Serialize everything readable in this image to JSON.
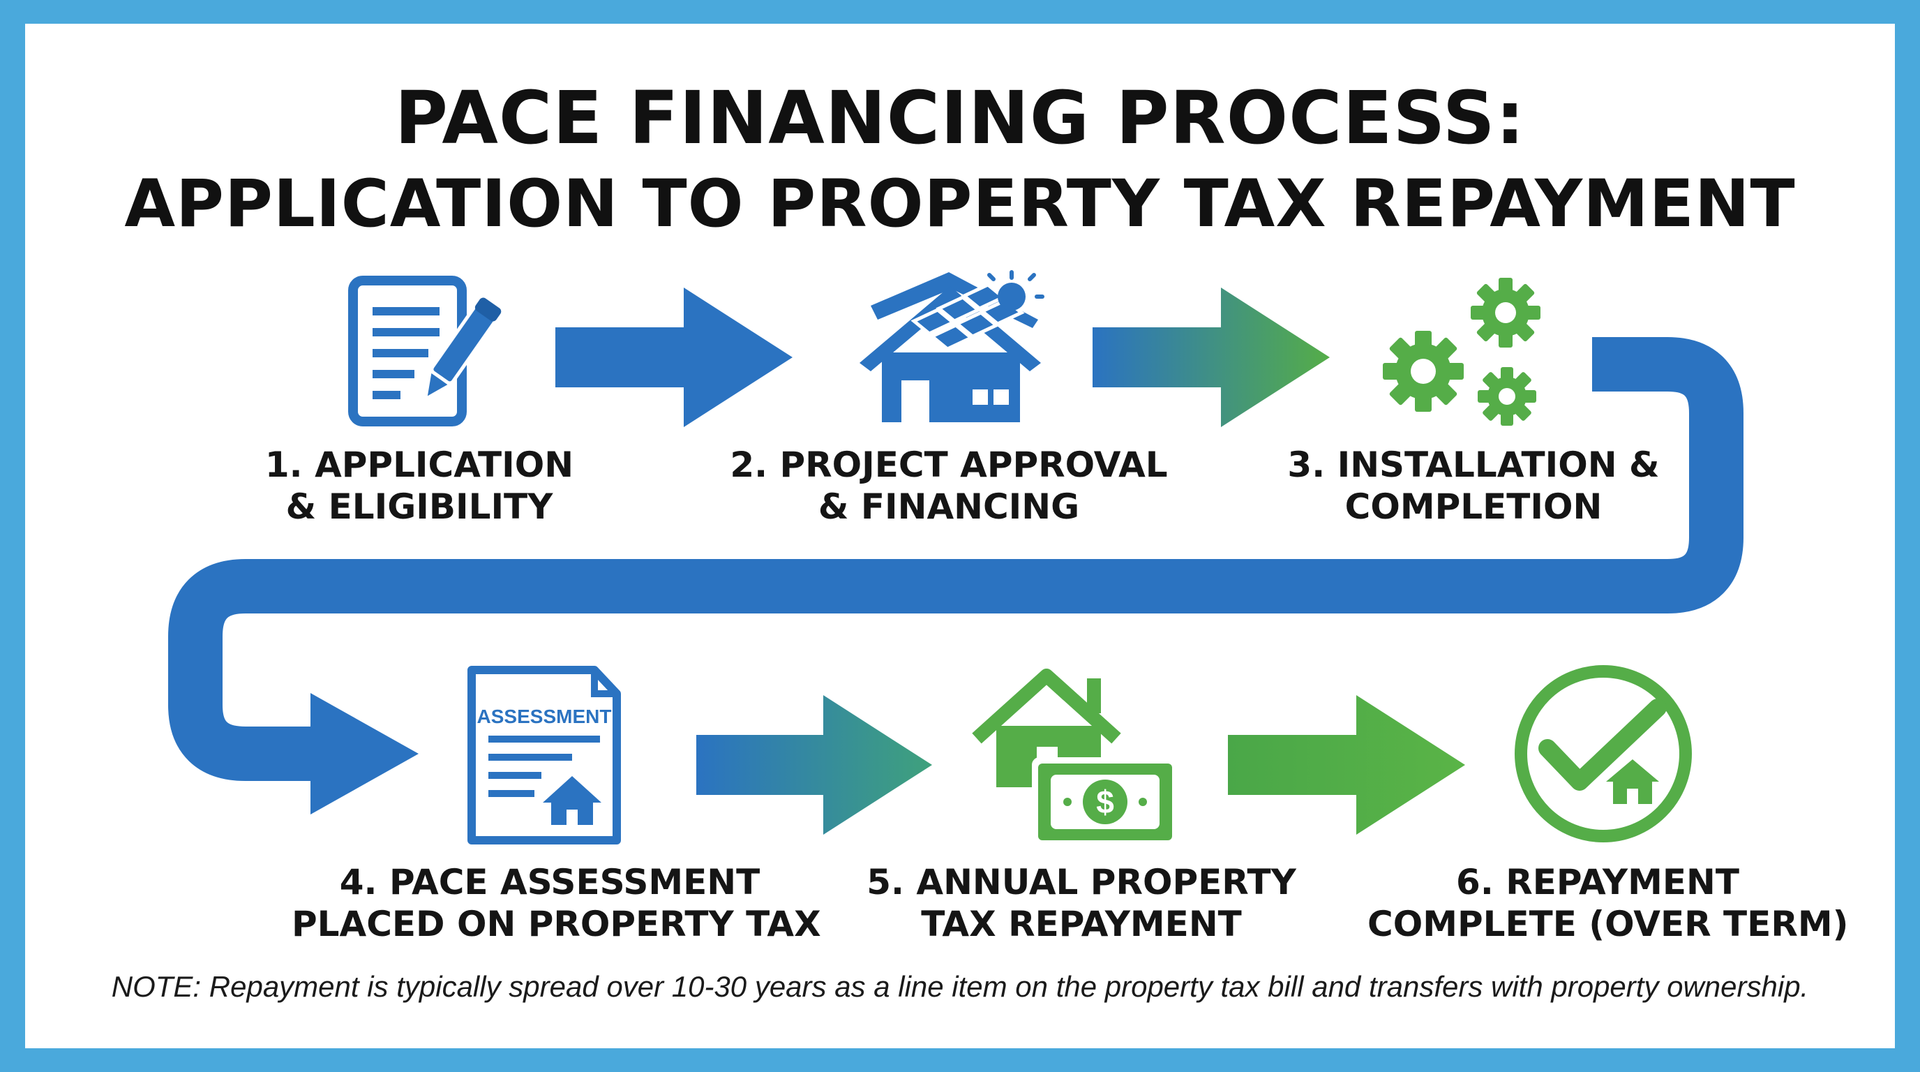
{
  "title": {
    "line1": "PACE FINANCING PROCESS:",
    "line2": "APPLICATION TO PROPERTY TAX REPAYMENT"
  },
  "steps": [
    {
      "line1": "1. APPLICATION",
      "line2": "& ELIGIBILITY",
      "icon": "application-document-pen-icon"
    },
    {
      "line1": "2. PROJECT APPROVAL",
      "line2": "& FINANCING",
      "icon": "solar-house-icon"
    },
    {
      "line1": "3. INSTALLATION &",
      "line2": "COMPLETION",
      "icon": "gears-icon"
    },
    {
      "line1": "4. PACE ASSESSMENT",
      "line2": "PLACED ON PROPERTY TAX",
      "icon": "assessment-document-icon",
      "icon_text": "ASSESSMENT"
    },
    {
      "line1": "5. ANNUAL PROPERTY",
      "line2": "TAX REPAYMENT",
      "icon": "house-money-icon",
      "icon_text": "$"
    },
    {
      "line1": "6. REPAYMENT",
      "line2": "COMPLETE (OVER TERM)",
      "icon": "checkmark-house-icon"
    }
  ],
  "note": "NOTE: Repayment is typically spread over 10-30 years as a line item on the property tax bill and transfers with property ownership.",
  "colors": {
    "border": "#4aa9dc",
    "blue": "#2b73c1",
    "green": "#55ad48",
    "text": "#111111"
  }
}
